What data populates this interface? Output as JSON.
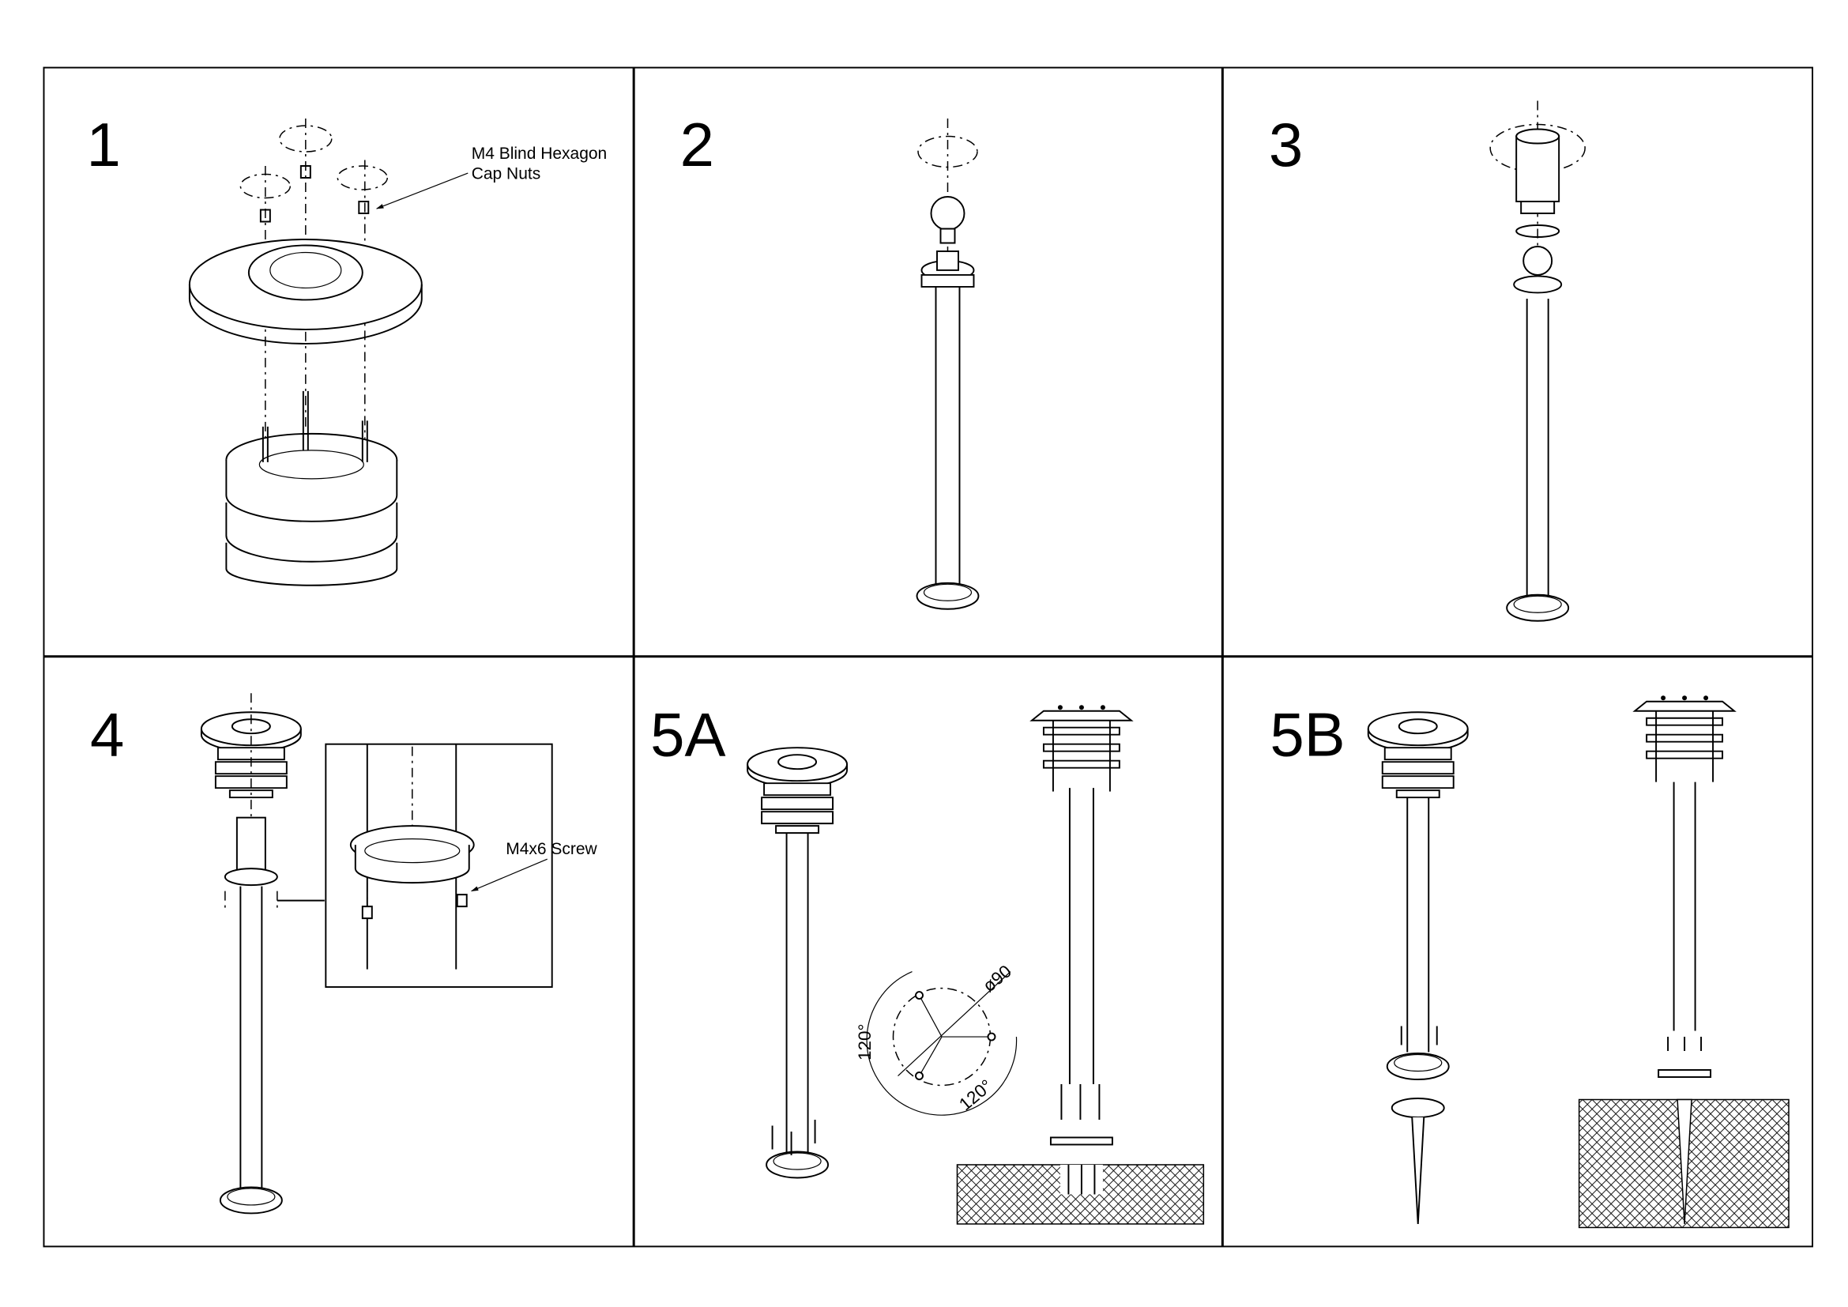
{
  "panels": [
    {
      "number": "1",
      "callout": [
        "M4 Blind Hexagon",
        "Cap Nuts"
      ]
    },
    {
      "number": "2"
    },
    {
      "number": "3"
    },
    {
      "number": "4",
      "callout": [
        "M4x6 Screw"
      ]
    },
    {
      "number": "5A",
      "dimensions": {
        "diameter": "ø90",
        "angle_left": "120°",
        "angle_bottom": "120°"
      }
    },
    {
      "number": "5B"
    }
  ]
}
